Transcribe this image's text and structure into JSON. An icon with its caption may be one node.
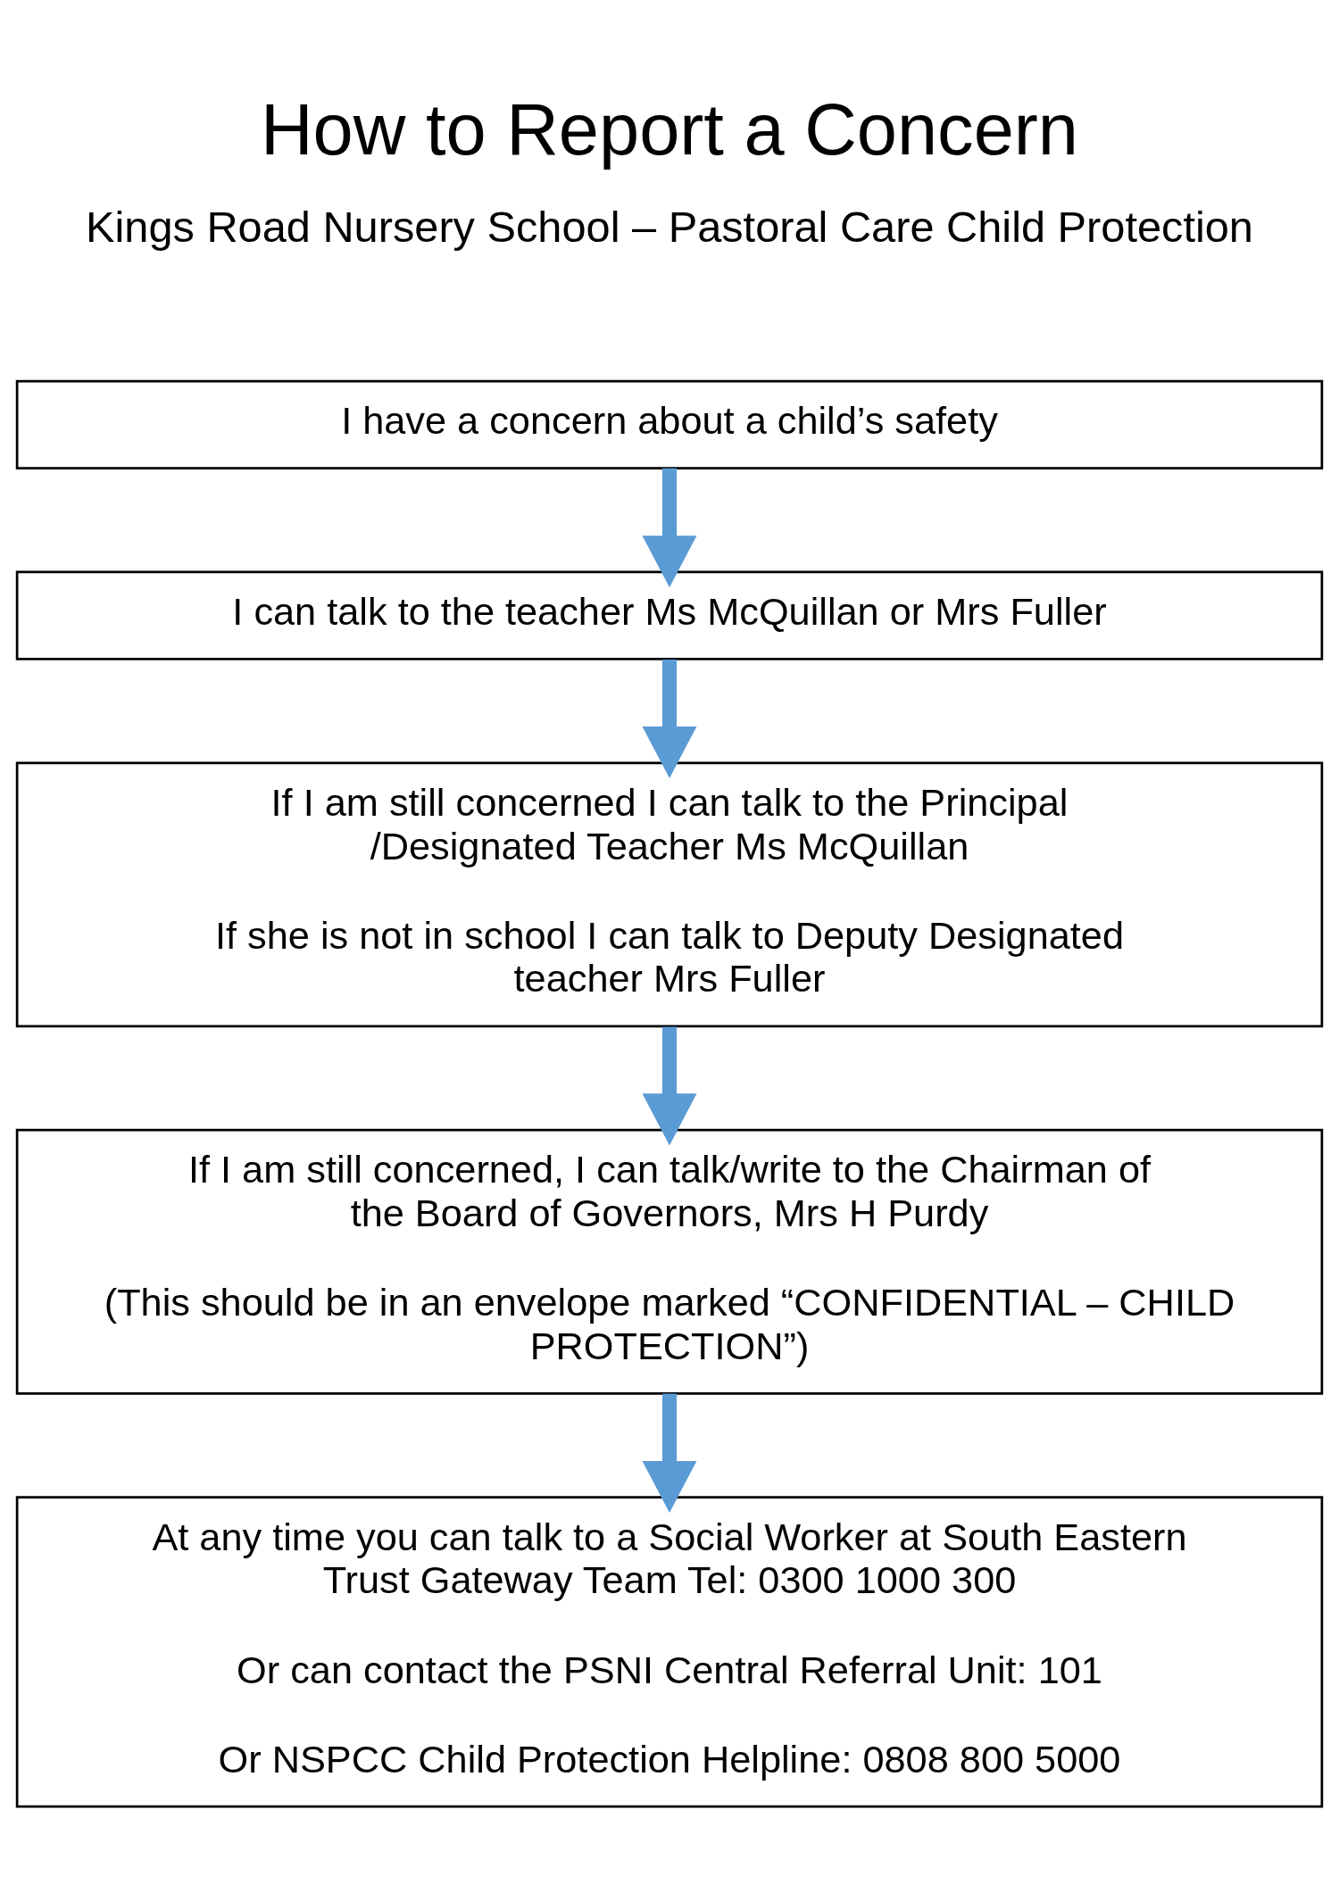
{
  "diagram": {
    "title": "How to Report a Concern",
    "nodes": [
      {
        "text": [
          "I have a concern about a child’s safety"
        ]
      },
      {
        "text": [
          "I can talk to the teacher Ms McQuillan or Mrs Fuller"
        ]
      },
      {
        "text": [
          "If I am still concerned I can talk to the Principal /Designated Teacher Ms McQuillan",
          "If she is not in school I can talk to Deputy Designated teacher Mrs Fuller"
        ]
      },
      {
        "text": [
          "If I am still concerned, I can talk/write to the Chairman of the Board of Governors, Mrs H Purdy",
          "(This should be in an envelope marked “CONFIDENTIAL – CHILD PROTECTION”)"
        ]
      },
      {
        "text": [
          "At any time you can talk to a Social Worker at South Eastern Trust Gateway Team Tel: 0300 1000 300",
          "Or can contact the PSNI Central Referral Unit: 101",
          "Or NSPCC Child Protection Helpline: 0808 800 5000"
        ]
      }
    ],
    "edges": [
      {
        "from": 0,
        "to": 1,
        "arrow": "to"
      },
      {
        "from": 1,
        "to": 2,
        "arrow": "to"
      },
      {
        "from": 2,
        "to": 3,
        "arrow": "to"
      },
      {
        "from": 3,
        "to": 4,
        "arrow": "to"
      }
    ],
    "labels": [
      "Kings Road Nursery School – Pastoral Care Child Protection"
    ]
  }
}
